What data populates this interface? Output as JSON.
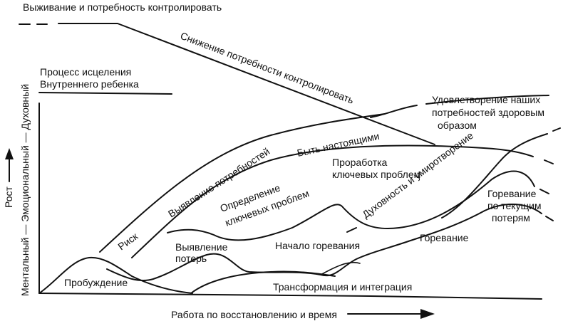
{
  "labels": {
    "survival": "Выживание и потребность контролировать",
    "healing_line1": "Процесс исцеления",
    "healing_line2": "Внутреннего ребенка",
    "decrease_control": "Снижение потребности контролировать",
    "satisfaction_line1": "Удовлетворение наших",
    "satisfaction_line2": "потребностей здоровым",
    "satisfaction_line3": "образом",
    "be_present": "Быть настоящими",
    "needs_identification": "Выявление потребностей",
    "core_work_line1": "Проработка",
    "core_work_line2": "ключевых проблем",
    "core_define_line1": "Определение",
    "core_define_line2": "ключевых проблем",
    "spirituality": "Духовность и умиротворение",
    "current_grief_line1": "Горевание",
    "current_grief_line2": "по текущим",
    "current_grief_line3": "потерям",
    "risk": "Риск",
    "loss_line1": "Выявление",
    "loss_line2": "потерь",
    "grief_start": "Начало горевания",
    "grieving": "Горевание",
    "awakening": "Пробуждение",
    "transformation": "Трансформация и интеграция",
    "x_axis": "Работа по восстановлению и время",
    "y_axis_levels": "Ментальный — Эмоциональный — Духовный",
    "y_axis_growth": "Рост"
  },
  "colors": {
    "ink": "#111111",
    "background": "#ffffff"
  }
}
